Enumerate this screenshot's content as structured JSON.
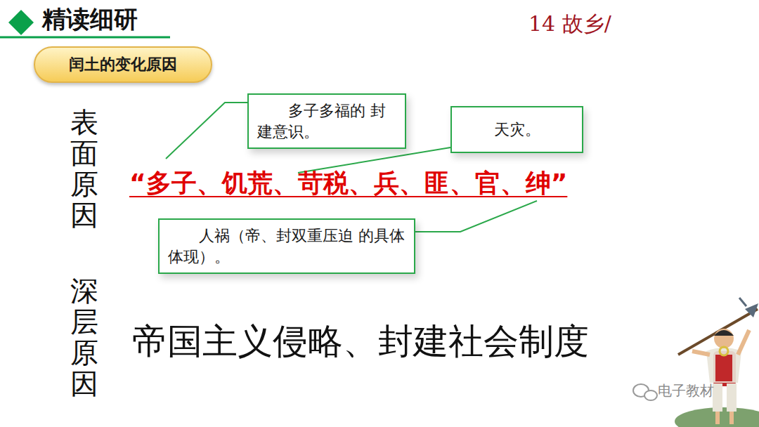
{
  "diagram": {
    "title": "精读细研",
    "nodes": [
      {
        "text": [
          "闰土的变化原因"
        ]
      },
      {
        "text": [
          "多子多福的 封建意识。"
        ]
      },
      {
        "text": [
          "天灾。"
        ]
      },
      {
        "text": [
          "人祸（帝、封双重压迫 的具体体现）。"
        ]
      }
    ],
    "labels": [
      "14 故乡/",
      "表面原因",
      "“多子、饥荒、苛税、兵、匪、官、绅”",
      "深层原因",
      "帝国主义侵略、封建社会制度",
      "电子教材"
    ]
  }
}
